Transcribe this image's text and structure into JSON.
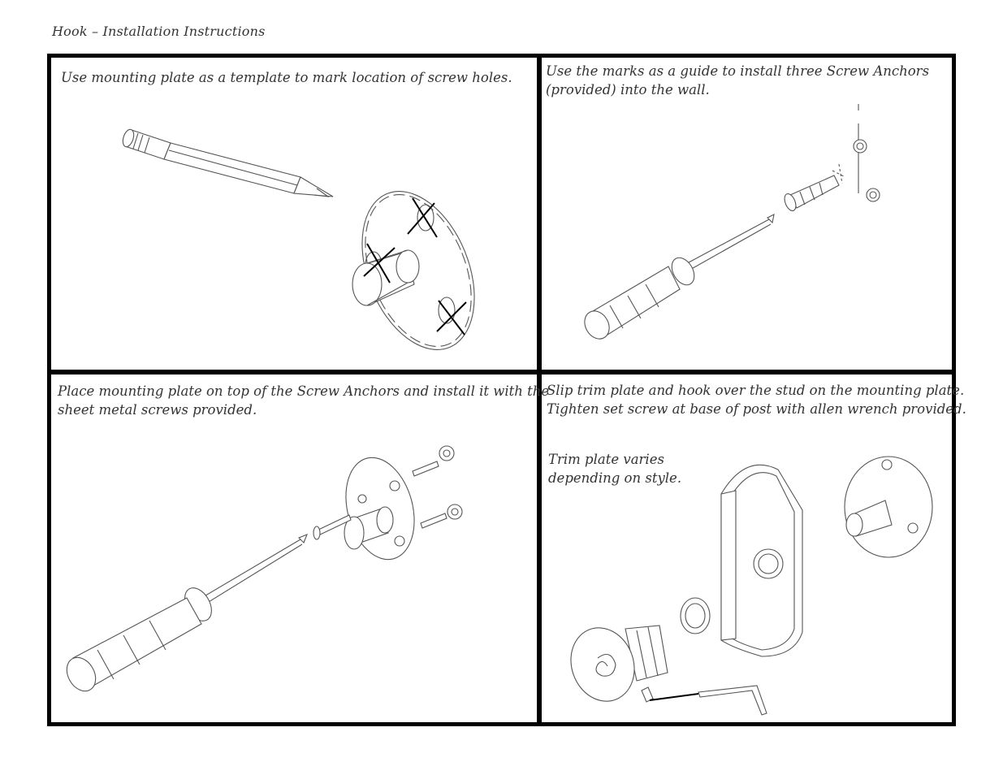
{
  "document": {
    "title": "Hook – Installation Instructions"
  },
  "steps": [
    {
      "caption": "Use mounting plate as a template to mark location of screw holes."
    },
    {
      "caption": "Use the marks as a guide to install three Screw Anchors\n(provided) into the wall."
    },
    {
      "caption": "Place mounting plate on top of the Screw Anchors and install it with the\nsheet metal screws provided."
    },
    {
      "caption": "Slip trim plate and hook over the stud on the mounting plate.\nTighten set screw at base of post with allen wrench provided.",
      "note": "Trim plate varies\ndepending on style."
    }
  ]
}
